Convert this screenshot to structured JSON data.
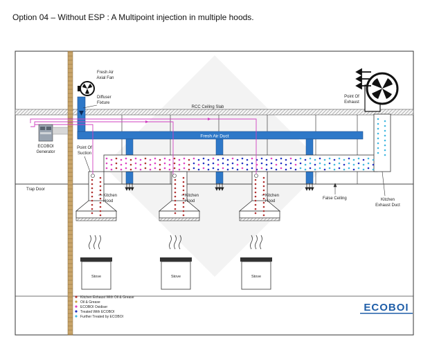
{
  "heading": "Option 04 – Without ESP : A Multipoint injection in multiple hoods.",
  "labels": {
    "fresh_air_fan": [
      "Fresh Air",
      "Axial Fan"
    ],
    "diffuser": [
      "Diffuser",
      "Fixture"
    ],
    "rcc_slab": "RCC Ceiling Slab",
    "fresh_air_duct": "Fresh Air Duct",
    "point_of_exhaust": [
      "Point Of",
      "Exhaust"
    ],
    "ecoboi_generator": [
      "ECOBOI",
      "Generator"
    ],
    "point_of_suction": [
      "Point Of",
      "Suction"
    ],
    "trap_door": "Trap Door",
    "kitchen_hood": [
      "Kitchen",
      "Hood"
    ],
    "false_ceiling": "False Ceiling",
    "kitchen_exhaust_duct": [
      "Kitchen",
      "Exhaust Duct"
    ],
    "stove": "Stove"
  },
  "legend": [
    {
      "label": "Kitchen Exhaust With Oil & Grease",
      "color": "#b03030"
    },
    {
      "label": "Oil & Grease",
      "color": "#c8a040"
    },
    {
      "label": "ECOBOI Oxidiser",
      "color": "#e040c0"
    },
    {
      "label": "Treated With ECOBOI",
      "color": "#2030c0"
    },
    {
      "label": "Further Treated by ECOBOI",
      "color": "#40b8e0"
    }
  ],
  "logo": "ECOBOI",
  "colors": {
    "duct_blue": "#2e78c8",
    "injection_line": "#d040c0",
    "wall": "#c8a46a",
    "logo_blue": "#1f5ea8"
  }
}
